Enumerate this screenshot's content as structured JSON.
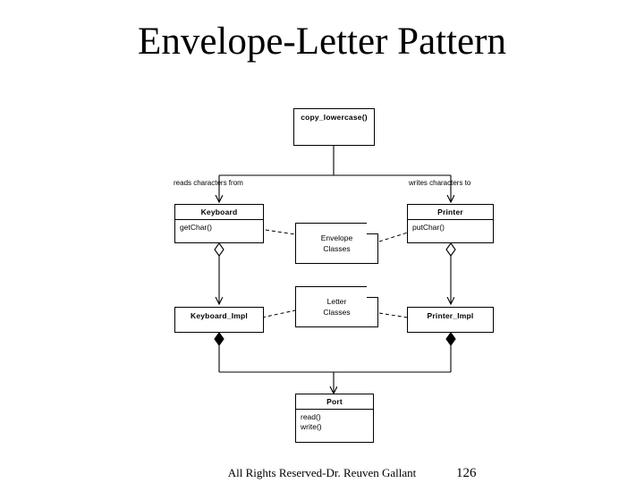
{
  "slide": {
    "title": "Envelope-Letter Pattern",
    "footer": "All Rights Reserved-Dr. Reuven Gallant",
    "page_number": "126"
  },
  "diagram": {
    "type": "uml-class-diagram",
    "nodes": [
      {
        "id": "copy_lowercase",
        "name": "copy_lowercase()",
        "operations": []
      },
      {
        "id": "keyboard",
        "name": "Keyboard",
        "operations": [
          "getChar()"
        ]
      },
      {
        "id": "printer",
        "name": "Printer",
        "operations": [
          "putChar()"
        ]
      },
      {
        "id": "keyboard_impl",
        "name": "Keyboard_Impl",
        "operations": []
      },
      {
        "id": "printer_impl",
        "name": "Printer_Impl",
        "operations": []
      },
      {
        "id": "port",
        "name": "Port",
        "operations": [
          "read()",
          "write()"
        ]
      }
    ],
    "notes": [
      {
        "id": "envelope-note",
        "text": "Envelope\nClasses"
      },
      {
        "id": "letter-note",
        "text": "Letter\nClasses"
      }
    ],
    "edge_labels": [
      {
        "id": "reads-label",
        "text": "reads characters from"
      },
      {
        "id": "writes-label",
        "text": "writes characters to"
      }
    ]
  },
  "colors": {
    "stroke": "#000000",
    "fill": "#ffffff",
    "text": "#000000"
  }
}
